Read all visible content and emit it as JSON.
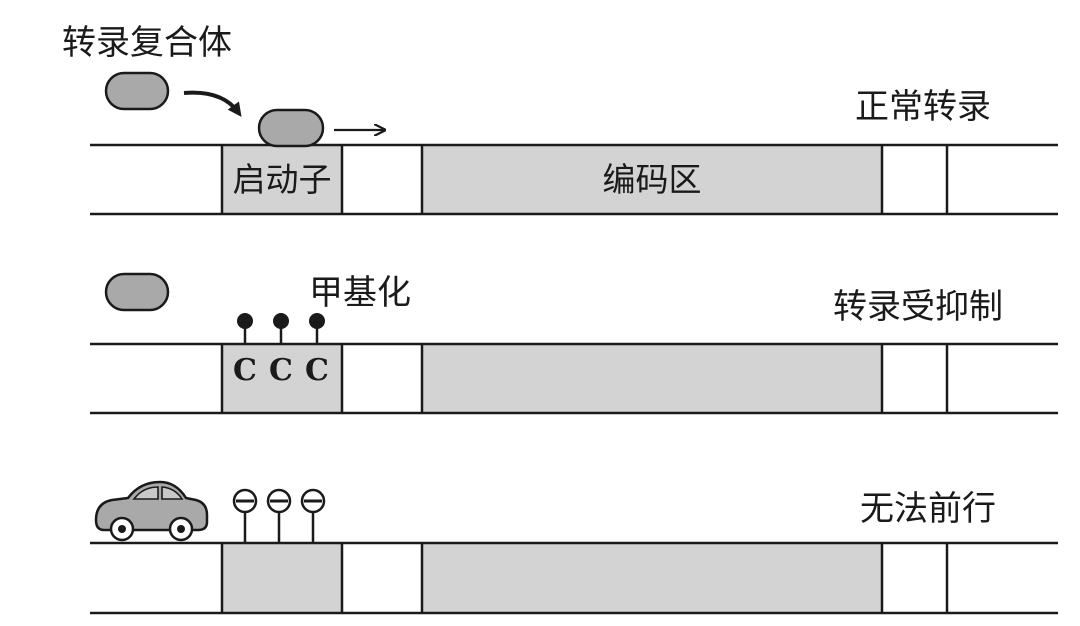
{
  "labels": {
    "complex": "转录复合体",
    "normal": "正常转录",
    "methylation": "甲基化",
    "suppressed": "转录受抑制",
    "blocked": "无法前行"
  },
  "regions": {
    "promoter": "启动子",
    "coding": "编码区"
  },
  "methyl_site": "C",
  "colors": {
    "fill": "#d3d3d3",
    "stroke": "#1a1a1a",
    "blob": "#a9a9a9"
  }
}
